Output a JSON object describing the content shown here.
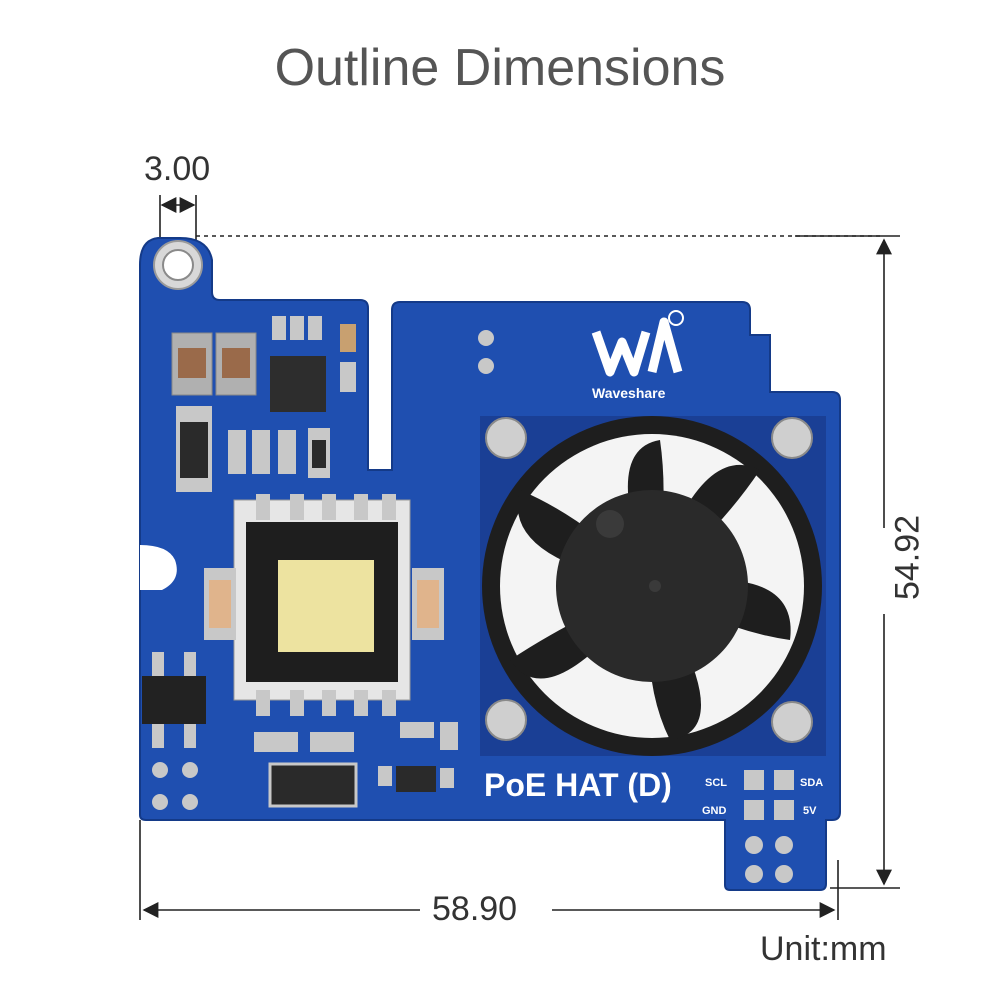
{
  "title": "Outline Dimensions",
  "dimensions": {
    "hole_offset": "3.00",
    "height": "54.92",
    "width": "58.90",
    "unit": "Unit:mm"
  },
  "board": {
    "brand": "Waveshare",
    "name": "PoE HAT (D)",
    "pins": {
      "scl": "SCL",
      "sda": "SDA",
      "gnd": "GND",
      "v5": "5V"
    }
  },
  "colors": {
    "pcb": "#1f4fb0",
    "pcb_edge": "#1a3f95",
    "fan": "#1e1e1e",
    "copper": "#c8c8c8",
    "text": "#555555"
  }
}
